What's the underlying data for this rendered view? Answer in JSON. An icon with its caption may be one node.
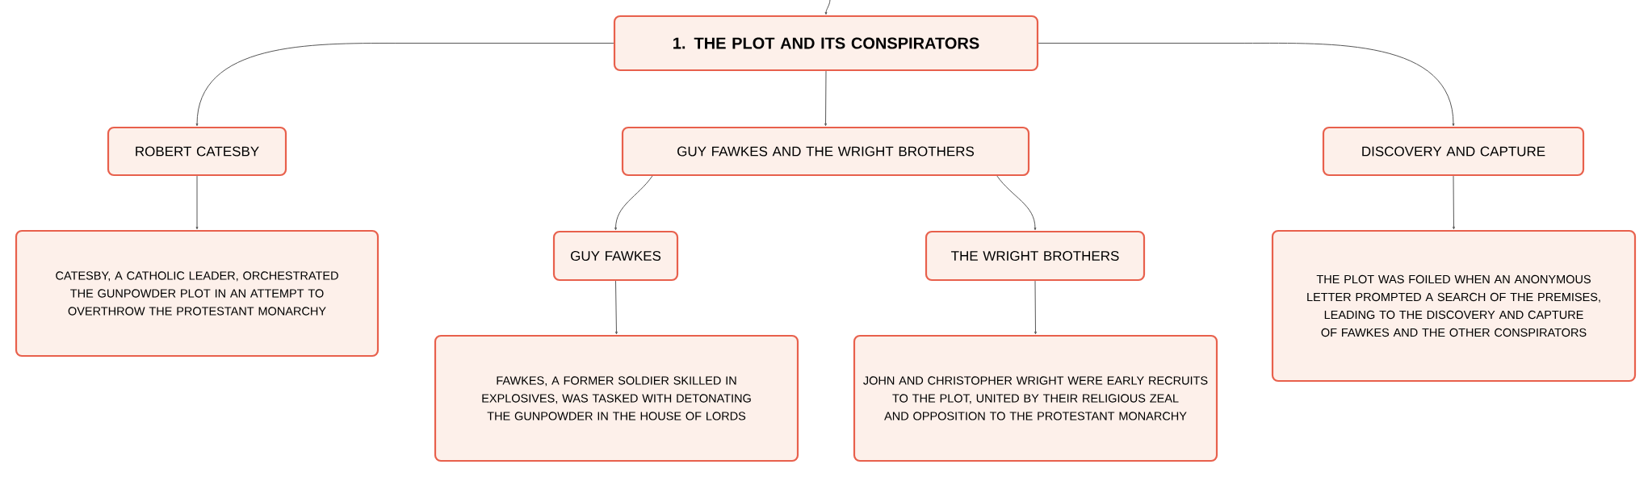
{
  "diagram": {
    "nodes": [
      {
        "text": [
          "1. THE PLOT AND ITS CONSPIRATORS"
        ]
      },
      {
        "text": [
          "ROBERT CATESBY"
        ]
      },
      {
        "text": [
          "GUY FAWKES AND THE WRIGHT BROTHERS"
        ]
      },
      {
        "text": [
          "DISCOVERY AND CAPTURE"
        ]
      },
      {
        "text": [
          "CATESBY, A CATHOLIC LEADER, ORCHESTRATED THE GUNPOWDER PLOT IN AN ATTEMPT TO OVERTHROW THE PROTESTANT MONARCHY"
        ]
      },
      {
        "text": [
          "GUY FAWKES"
        ]
      },
      {
        "text": [
          "THE WRIGHT BROTHERS"
        ]
      },
      {
        "text": [
          "THE PLOT WAS FOILED WHEN AN ANONYMOUS LETTER PROMPTED A SEARCH OF THE PREMISES, LEADING TO THE DISCOVERY AND CAPTURE OF FAWKES AND THE OTHER CONSPIRATORS"
        ]
      },
      {
        "text": [
          "FAWKES, A FORMER SOLDIER SKILLED IN EXPLOSIVES, WAS TASKED WITH DETONATING THE GUNPOWDER IN THE HOUSE OF LORDS"
        ]
      },
      {
        "text": [
          "JOHN AND CHRISTOPHER WRIGHT WERE EARLY RECRUITS TO THE PLOT, UNITED BY THEIR RELIGIOUS ZEAL AND OPPOSITION TO THE PROTESTANT MONARCHY"
        ]
      }
    ],
    "edges": [
      {
        "from": null,
        "to": 0,
        "arrow": "to"
      },
      {
        "from": 0,
        "to": 1,
        "arrow": "to"
      },
      {
        "from": 0,
        "to": 2,
        "arrow": "to"
      },
      {
        "from": 0,
        "to": 3,
        "arrow": "to"
      },
      {
        "from": 1,
        "to": 4,
        "arrow": "to"
      },
      {
        "from": 2,
        "to": 5,
        "arrow": "to"
      },
      {
        "from": 2,
        "to": 6,
        "arrow": "to"
      },
      {
        "from": 3,
        "to": 7,
        "arrow": "to"
      },
      {
        "from": 5,
        "to": 8,
        "arrow": "to"
      },
      {
        "from": 6,
        "to": 9,
        "arrow": "to"
      }
    ]
  }
}
